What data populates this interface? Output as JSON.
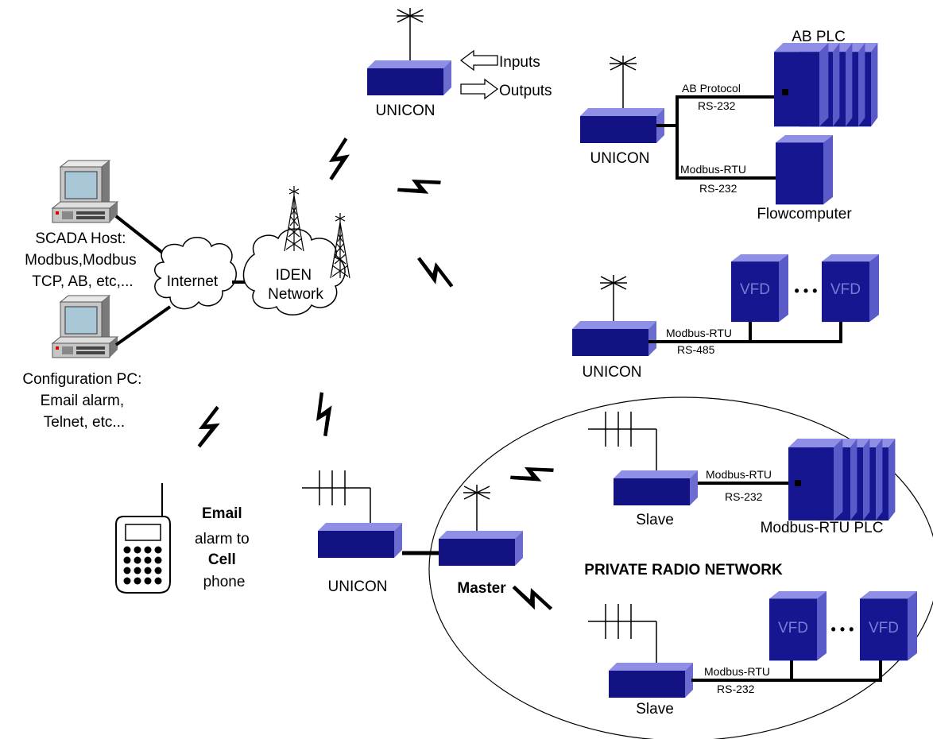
{
  "scada_host": [
    "SCADA Host:",
    "Modbus,Modbus",
    "TCP, AB, etc,..."
  ],
  "config_pc": [
    "Configuration PC:",
    "Email alarm,",
    "Telnet, etc..."
  ],
  "internet": "Internet",
  "iden": [
    "IDEN",
    "Network"
  ],
  "cell": {
    "line1": "Email",
    "line2": "alarm to",
    "line3": "Cell",
    "line4": "phone"
  },
  "io_inputs": "Inputs",
  "io_outputs": "Outputs",
  "unicon": "UNICON",
  "ab_plc": "AB PLC",
  "ab_protocol": "AB Protocol",
  "rs232": "RS-232",
  "rs485": "RS-485",
  "modbus_rtu": "Modbus-RTU",
  "flowcomputer": "Flowcomputer",
  "vfd": "VFD",
  "dots": "• • •",
  "slave": "Slave",
  "master": "Master",
  "modbus_rtu_plc": "Modbus-RTU PLC",
  "private_radio": "PRIVATE RADIO NETWORK"
}
